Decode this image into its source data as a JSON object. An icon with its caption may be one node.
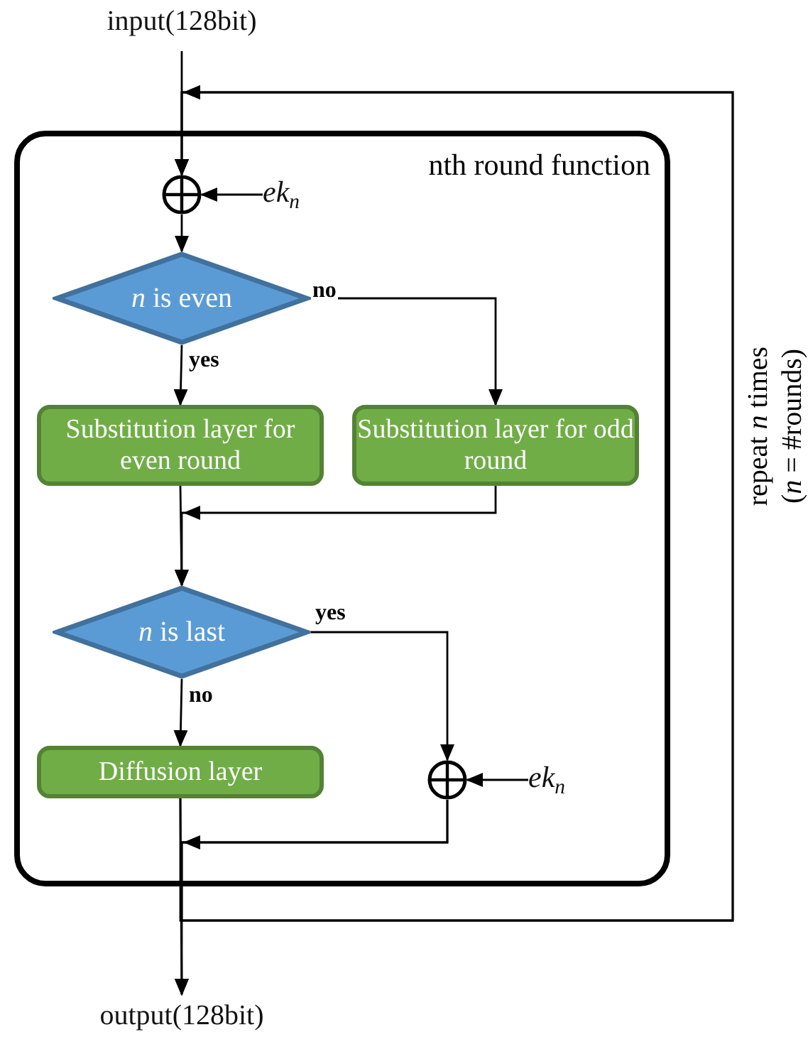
{
  "diagram": {
    "nodes": [
      {
        "text": [
          "input(128bit)"
        ]
      },
      {
        "text": [
          "nth round function"
        ]
      },
      {
        "text": [],
        "shape": "circle",
        "in": 1
      },
      {
        "text": [
          "ek$_{n}$"
        ],
        "in": 1
      },
      {
        "text": [
          "*n* is even"
        ],
        "in": 1
      },
      {
        "text": [
          "Substitution layer for even round"
        ],
        "in": 1
      },
      {
        "text": [
          "Substitution layer for odd round"
        ],
        "in": 1
      },
      {
        "text": [
          "*n* is last"
        ],
        "in": 1
      },
      {
        "text": [
          "Diffusion layer"
        ],
        "in": 1
      },
      {
        "text": [],
        "shape": "circle",
        "in": 1
      },
      {
        "text": [
          "ek$_{n}$"
        ],
        "in": 1
      },
      {
        "text": [
          "output(128bit)"
        ]
      }
    ],
    "edges": [
      {
        "from": 0,
        "to": 2,
        "arrow": "to"
      },
      {
        "from": 3,
        "to": 2,
        "arrow": "to"
      },
      {
        "from": 2,
        "to": 4,
        "arrow": "to"
      },
      {
        "from": 4,
        "to": 5,
        "arrow": "to",
        "label": "yes"
      },
      {
        "from": 4,
        "to": 6,
        "arrow": "to",
        "label": "no"
      },
      {
        "from": 5,
        "to": 7,
        "arrow": "to"
      },
      {
        "from": 6,
        "to": 7,
        "arrow": "to"
      },
      {
        "from": 7,
        "to": 8,
        "arrow": "to",
        "label": "no"
      },
      {
        "from": 7,
        "to": 9,
        "arrow": "to",
        "label": "yes"
      },
      {
        "from": 10,
        "to": 9,
        "arrow": "to"
      },
      {
        "from": 8,
        "to": 11,
        "arrow": "to"
      },
      {
        "from": 9,
        "to": 11,
        "arrow": "to"
      },
      {
        "from": 8,
        "to": 2,
        "arrow": "to"
      },
      {
        "from": 9,
        "to": 2,
        "arrow": "to"
      }
    ],
    "labels": [
      "repeat *n* times (*n* = #rounds)"
    ]
  }
}
